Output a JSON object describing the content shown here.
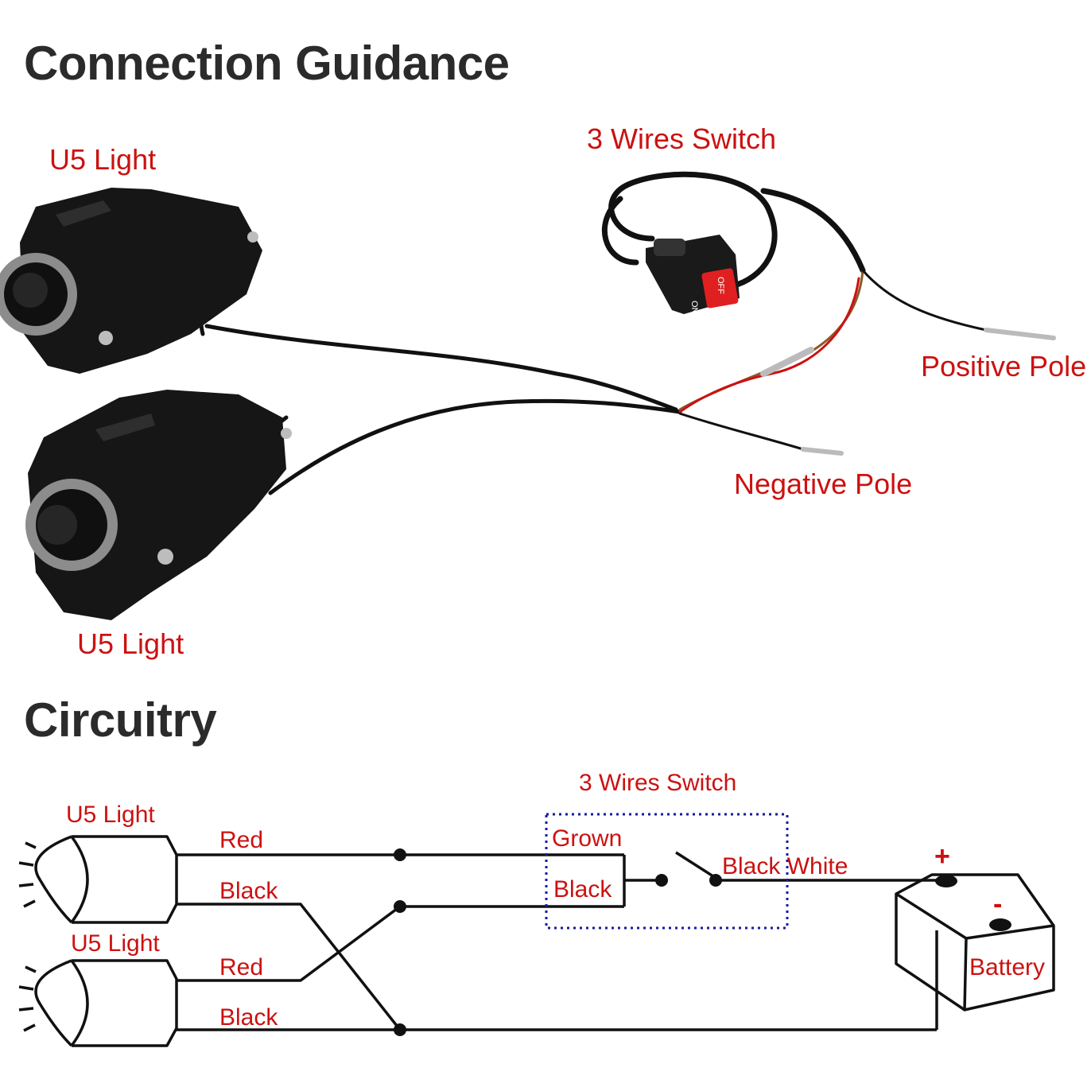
{
  "headings": {
    "connection": "Connection Guidance",
    "circuitry": "Circuitry"
  },
  "photo_labels": {
    "light_top": "U5 Light",
    "light_bottom": "U5 Light",
    "switch": "3 Wires Switch",
    "positive": "Positive Pole",
    "negative": "Negative Pole",
    "switch_on": "ON",
    "switch_off": "OFF"
  },
  "circuit_labels": {
    "light_top": "U5 Light",
    "light_bottom": "U5 Light",
    "switch": "3 Wires Switch",
    "red_top": "Red",
    "black_top": "Black",
    "red_bottom": "Red",
    "black_bottom": "Black",
    "grown": "Grown",
    "black_switch": "Black",
    "black_white": "Black White",
    "plus": "+",
    "minus": "-",
    "battery": "Battery"
  },
  "colors": {
    "heading": "#2b2b2b",
    "label": "#cc1111",
    "wire": "#111111",
    "switch_box": "#1a1a99",
    "switch_button": "#e02020"
  }
}
